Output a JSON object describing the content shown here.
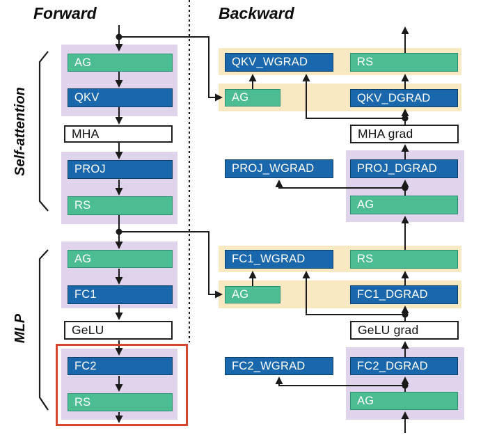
{
  "diagram": {
    "forward": {
      "title": "Forward",
      "groups": {
        "self_attention": "Self-attention",
        "mlp": "MLP"
      },
      "blocks": {
        "ag_attn": "AG",
        "qkv": "QKV",
        "mha": "MHA",
        "proj": "PROJ",
        "rs_attn": "RS",
        "ag_mlp": "AG",
        "fc1": "FC1",
        "gelu": "GeLU",
        "fc2": "FC2",
        "rs_mlp": "RS"
      }
    },
    "backward": {
      "title": "Backward",
      "blocks": {
        "qkv_wgrad": "QKV_WGRAD",
        "rs_attn": "RS",
        "ag_attn": "AG",
        "qkv_dgrad": "QKV_DGRAD",
        "mha_grad": "MHA grad",
        "proj_wgrad": "PROJ_WGRAD",
        "proj_dgrad": "PROJ_DGRAD",
        "ag_proj": "AG",
        "fc1_wgrad": "FC1_WGRAD",
        "rs_mlp": "RS",
        "ag_mlp": "AG",
        "fc1_dgrad": "FC1_DGRAD",
        "gelu_grad": "GeLU grad",
        "fc2_wgrad": "FC2_WGRAD",
        "fc2_dgrad": "FC2_DGRAD",
        "ag_fc2": "AG"
      }
    },
    "colors": {
      "allgather_reducescatter_green": "#4CBD93",
      "gemm_blue": "#1A68AB",
      "band_purple": "#DFD4EC",
      "band_yellow": "#F9E9C3",
      "highlight_red": "#D7452E"
    }
  }
}
